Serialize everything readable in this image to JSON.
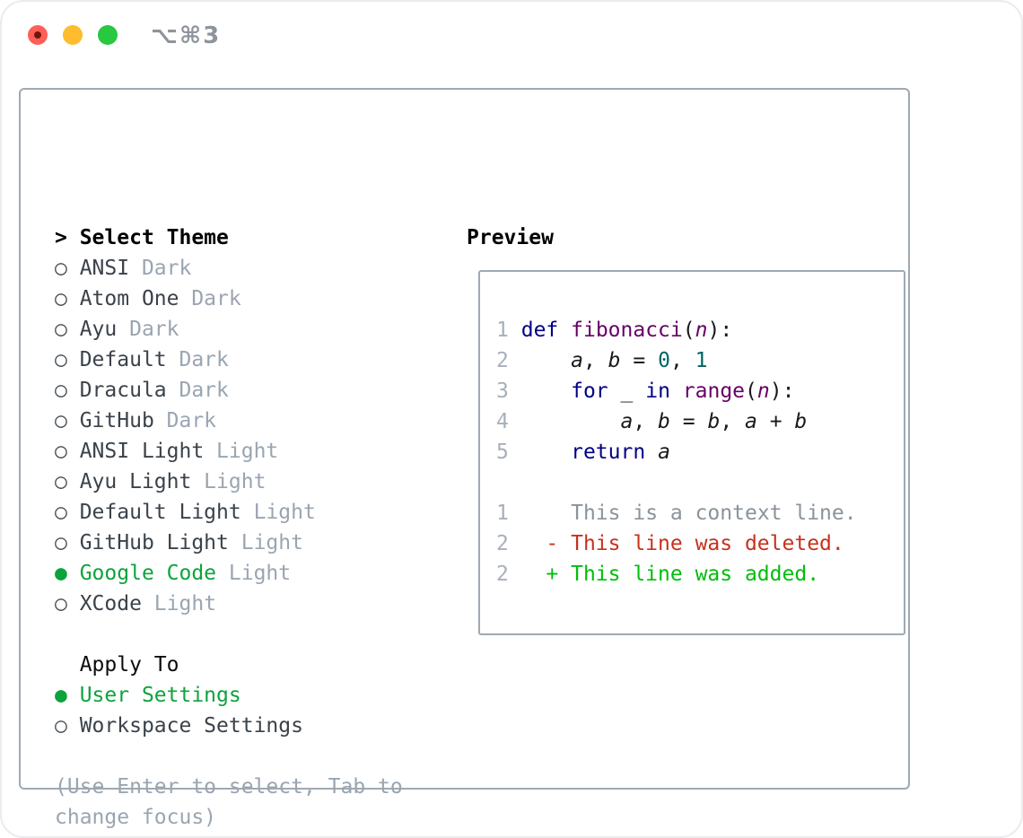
{
  "titlebar": {
    "title": "⌥⌘3"
  },
  "theme_list": {
    "focus_prefix": ">",
    "header": "Select Theme",
    "items": [
      {
        "name": "ANSI",
        "variant": "Dark",
        "selected": false
      },
      {
        "name": "Atom One",
        "variant": "Dark",
        "selected": false
      },
      {
        "name": "Ayu",
        "variant": "Dark",
        "selected": false
      },
      {
        "name": "Default",
        "variant": "Dark",
        "selected": false
      },
      {
        "name": "Dracula",
        "variant": "Dark",
        "selected": false
      },
      {
        "name": "GitHub",
        "variant": "Dark",
        "selected": false
      },
      {
        "name": "ANSI Light",
        "variant": "Light",
        "selected": false
      },
      {
        "name": "Ayu Light",
        "variant": "Light",
        "selected": false
      },
      {
        "name": "Default Light",
        "variant": "Light",
        "selected": false
      },
      {
        "name": "GitHub Light",
        "variant": "Light",
        "selected": false
      },
      {
        "name": "Google Code",
        "variant": "Light",
        "selected": true
      },
      {
        "name": "XCode",
        "variant": "Light",
        "selected": false
      }
    ],
    "radio_unselected_glyph": "○",
    "radio_selected_glyph": "●"
  },
  "apply_to": {
    "header": "Apply To",
    "options": [
      {
        "label": "User Settings",
        "selected": true
      },
      {
        "label": "Workspace Settings",
        "selected": false
      }
    ]
  },
  "hint": {
    "lines": [
      "(Use Enter to select, Tab to",
      "change focus)"
    ]
  },
  "preview": {
    "header": "Preview",
    "lines": [
      [
        {
          "c": "ln",
          "t": "1"
        },
        {
          "c": "pl",
          "t": " "
        },
        {
          "c": "kw",
          "t": "def"
        },
        {
          "c": "pl",
          "t": " "
        },
        {
          "c": "fn",
          "t": "fibonacci"
        },
        {
          "c": "pl",
          "t": "("
        },
        {
          "c": "param",
          "t": "n"
        },
        {
          "c": "pl",
          "t": "):"
        }
      ],
      [
        {
          "c": "ln",
          "t": "2"
        },
        {
          "c": "pl",
          "t": "     "
        },
        {
          "c": "var",
          "t": "a"
        },
        {
          "c": "pl",
          "t": ", "
        },
        {
          "c": "var",
          "t": "b"
        },
        {
          "c": "pl",
          "t": " = "
        },
        {
          "c": "num",
          "t": "0"
        },
        {
          "c": "pl",
          "t": ", "
        },
        {
          "c": "num",
          "t": "1"
        }
      ],
      [
        {
          "c": "ln",
          "t": "3"
        },
        {
          "c": "pl",
          "t": "     "
        },
        {
          "c": "kw",
          "t": "for"
        },
        {
          "c": "pl",
          "t": " "
        },
        {
          "c": "var",
          "t": "_"
        },
        {
          "c": "pl",
          "t": " "
        },
        {
          "c": "kw",
          "t": "in"
        },
        {
          "c": "pl",
          "t": " "
        },
        {
          "c": "fn",
          "t": "range"
        },
        {
          "c": "pl",
          "t": "("
        },
        {
          "c": "param",
          "t": "n"
        },
        {
          "c": "pl",
          "t": "):"
        }
      ],
      [
        {
          "c": "ln",
          "t": "4"
        },
        {
          "c": "pl",
          "t": "         "
        },
        {
          "c": "var",
          "t": "a"
        },
        {
          "c": "pl",
          "t": ", "
        },
        {
          "c": "var",
          "t": "b"
        },
        {
          "c": "pl",
          "t": " = "
        },
        {
          "c": "var",
          "t": "b"
        },
        {
          "c": "pl",
          "t": ", "
        },
        {
          "c": "var",
          "t": "a"
        },
        {
          "c": "pl",
          "t": " + "
        },
        {
          "c": "var",
          "t": "b"
        }
      ],
      [
        {
          "c": "ln",
          "t": "5"
        },
        {
          "c": "pl",
          "t": "     "
        },
        {
          "c": "kw",
          "t": "return"
        },
        {
          "c": "pl",
          "t": " "
        },
        {
          "c": "var",
          "t": "a"
        }
      ],
      [],
      [
        {
          "c": "ln",
          "t": "1"
        },
        {
          "c": "pl",
          "t": "     "
        },
        {
          "c": "ctx",
          "t": "This is a context line."
        }
      ],
      [
        {
          "c": "ln",
          "t": "2"
        },
        {
          "c": "pl",
          "t": "   "
        },
        {
          "c": "del",
          "t": "- This line was deleted."
        }
      ],
      [
        {
          "c": "ln",
          "t": "2"
        },
        {
          "c": "pl",
          "t": "   "
        },
        {
          "c": "add",
          "t": "+ This line was added."
        }
      ]
    ]
  },
  "colors": {
    "selected_green": "#0da33c",
    "panel_border": "#9fa9b3",
    "muted_text": "#9aa5b1",
    "item_text": "#3a424a",
    "keyword_blue": "#000088",
    "function_purple": "#660066",
    "literal_teal": "#006666",
    "diff_deleted_red": "#c6311c",
    "diff_added_green": "#00bd0c",
    "context_gray": "#8a939b",
    "line_number_gray": "#a7b0ba",
    "traffic_red": "#ff5f57",
    "traffic_yellow": "#febc2e",
    "traffic_green": "#28c840"
  }
}
